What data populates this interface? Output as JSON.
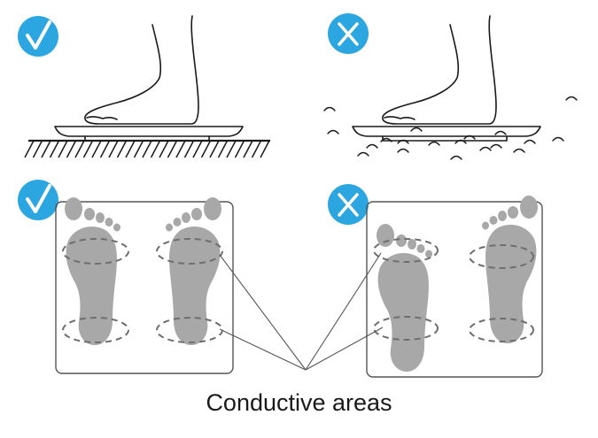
{
  "caption": "Conductive areas",
  "badges": [
    {
      "symbol": "check",
      "meaning": "correct"
    },
    {
      "symbol": "cross",
      "meaning": "incorrect"
    },
    {
      "symbol": "check",
      "meaning": "correct"
    },
    {
      "symbol": "cross",
      "meaning": "incorrect"
    }
  ],
  "colors": {
    "badge": "#2ca6e0",
    "line": "#1a1a1a",
    "footprint": "#a8a8a8",
    "dashed": "#6e6e6e",
    "frame": "#555555"
  }
}
